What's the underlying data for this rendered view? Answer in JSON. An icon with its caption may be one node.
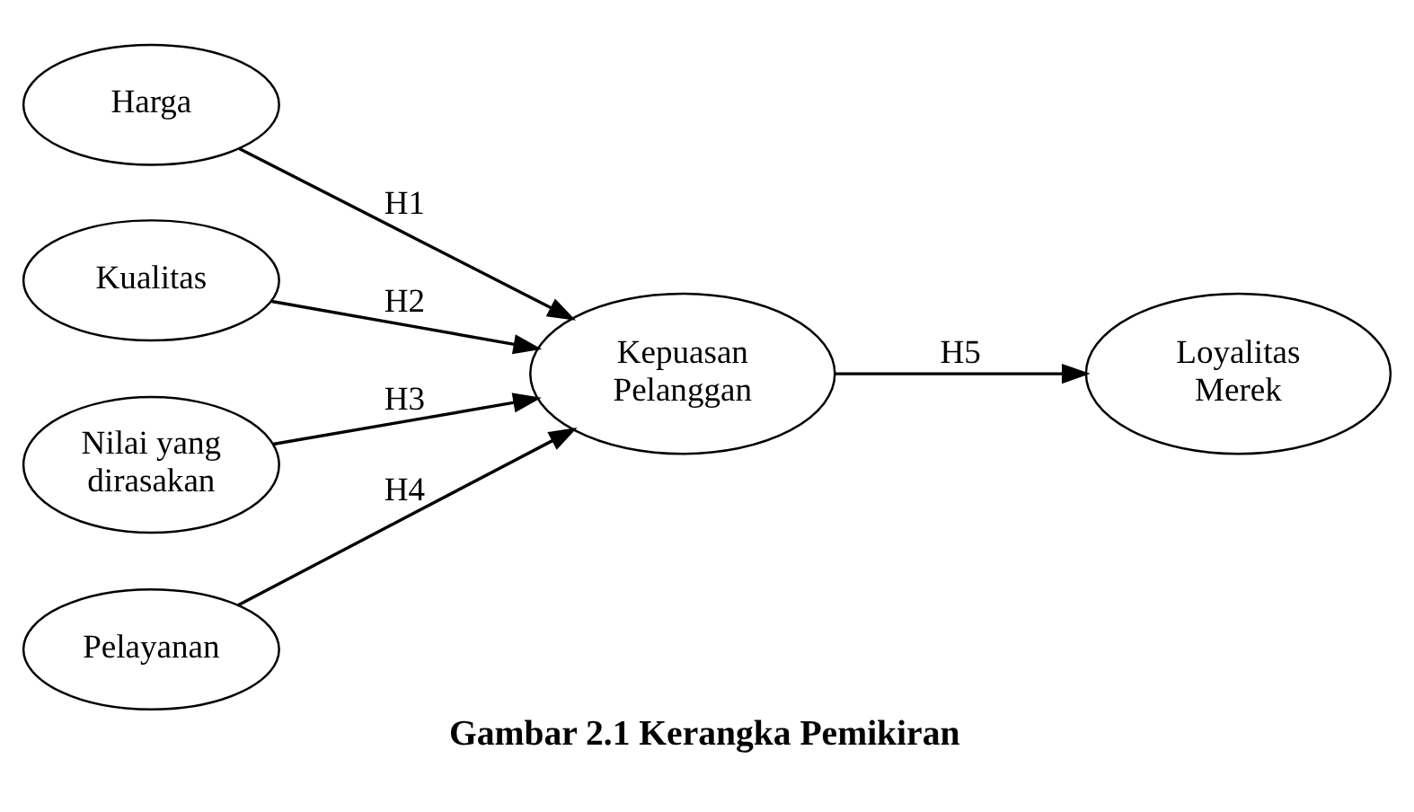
{
  "diagram": {
    "caption": "Gambar 2.1 Kerangka Pemikiran",
    "nodes": [
      {
        "text": [
          "Harga"
        ]
      },
      {
        "text": [
          "Kualitas"
        ]
      },
      {
        "text": [
          "Nilai yang dirasakan"
        ]
      },
      {
        "text": [
          "Pelayanan"
        ]
      },
      {
        "text": [
          "Kepuasan Pelanggan"
        ]
      },
      {
        "text": [
          "Loyalitas Merek"
        ]
      }
    ],
    "edges": [
      {
        "from": 0,
        "to": 4,
        "arrow": "to",
        "label": "H1"
      },
      {
        "from": 1,
        "to": 4,
        "arrow": "to",
        "label": "H2"
      },
      {
        "from": 2,
        "to": 4,
        "arrow": "to",
        "label": "H3"
      },
      {
        "from": 3,
        "to": 4,
        "arrow": "to",
        "label": "H4"
      },
      {
        "from": 4,
        "to": 5,
        "arrow": "to",
        "label": "H5"
      }
    ]
  }
}
